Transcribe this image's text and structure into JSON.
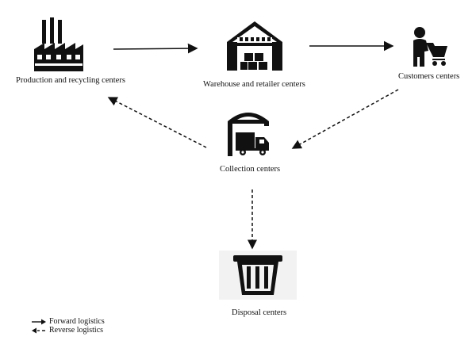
{
  "nodes": {
    "production": "Production and recycling centers",
    "warehouse": "Warehouse and retailer centers",
    "customers": "Customers centers",
    "collection": "Collection centers",
    "disposal": "Disposal centers"
  },
  "legend": {
    "forward": "Forward logistics",
    "reverse": "Reverse logistics"
  }
}
